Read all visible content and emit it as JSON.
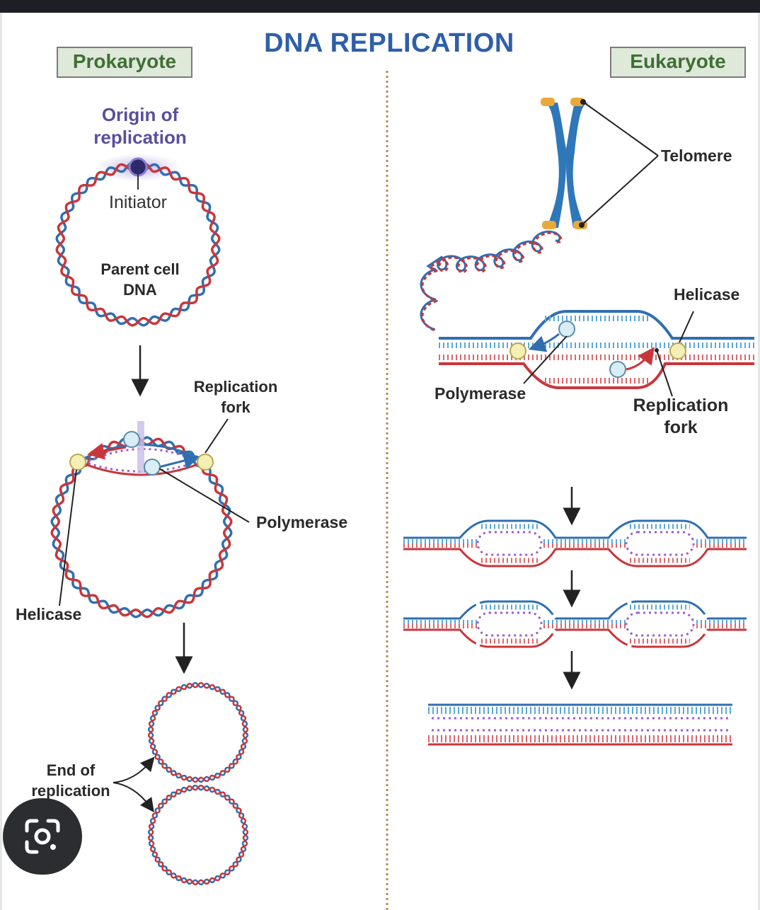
{
  "title": "DNA REPLICATION",
  "panels": {
    "left": {
      "label": "Prokaryote"
    },
    "right": {
      "label": "Eukaryote"
    }
  },
  "labels": {
    "origin": [
      "Origin of",
      "replication"
    ],
    "initiator": "Initiator",
    "parent": [
      "Parent cell",
      "DNA"
    ],
    "fork_left": [
      "Replication",
      "fork"
    ],
    "polymerase_left": "Polymerase",
    "helicase_left": "Helicase",
    "end": [
      "End of",
      "replication"
    ],
    "telomere": "Telomere",
    "helicase_right": "Helicase",
    "polymerase_right": "Polymerase",
    "fork_right": [
      "Replication",
      "fork"
    ]
  },
  "colors": {
    "strand_blue": "#2f6fb0",
    "strand_red": "#c9363a",
    "strand_light_blue": "#5aa9d6",
    "new_strand": "#9c5fc9",
    "chromosome": "#2e77b8",
    "telomere_cap": "#e9a93a",
    "helicase": "#f3efb5",
    "polymerase": "#d9edf5",
    "origin_glow": "#c9bde8",
    "panel_box": "#dfe9da"
  },
  "icons": {
    "lens_button": "google-lens-icon"
  }
}
